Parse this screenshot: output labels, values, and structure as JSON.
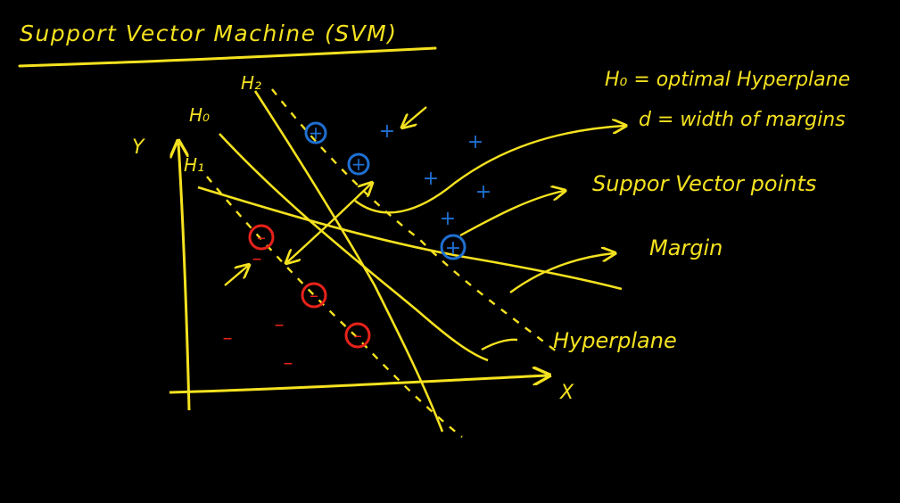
{
  "title": "Support Vector Machine (SVM)",
  "colors": {
    "background": "#000000",
    "chalk_yellow": "#f5e21f",
    "positive_blue": "#1f6fd1",
    "negative_red": "#e8221b"
  },
  "axes": {
    "x_label": "X",
    "y_label": "Y"
  },
  "line_labels": {
    "h0": "H₀",
    "h1": "H₁",
    "h2": "H₂"
  },
  "legend": {
    "h0_def": "H₀ = optimal Hyperplane",
    "d_def": "d = width of margins",
    "support_vectors": "Suppor Vector points",
    "margin": "Margin",
    "hyperplane": "Hyperplane"
  },
  "symbols": {
    "plus": "+",
    "minus": "–"
  }
}
